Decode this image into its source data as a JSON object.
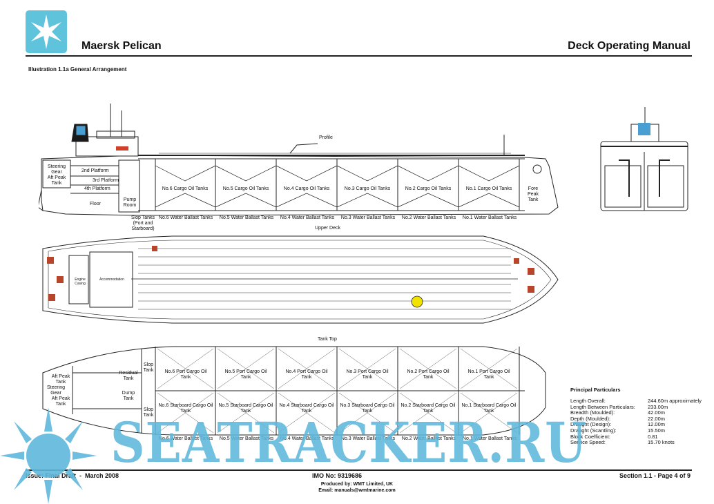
{
  "header": {
    "ship_name": "Maersk Pelican",
    "manual_title": "Deck Operating Manual",
    "illustration": "Illustration 1.1a General Arrangement",
    "logo_icon": "star-logo-icon",
    "logo_color": "#5fc3dc"
  },
  "profile": {
    "title": "Profile",
    "cargo_tanks": [
      "No.6 Cargo Oil Tanks",
      "No.5 Cargo Oil Tanks",
      "No.4 Cargo Oil Tanks",
      "No.3 Cargo Oil Tanks",
      "No.2 Cargo Oil Tanks",
      "No.1 Cargo Oil Tanks"
    ],
    "ballast_tanks": [
      "No.6 Water Ballast Tanks",
      "No.5 Water Ballast Tanks",
      "No.4 Water Ballast Tanks",
      "No.3 Water Ballast Tanks",
      "No.2 Water Ballast Tanks",
      "No.1 Water Ballast Tanks"
    ],
    "steering_gear": "Steering Gear",
    "aft_peak": "Aft Peak Tank",
    "platform2": "2nd Platform",
    "platform3": "3rd Platform",
    "platform4": "4th Platform",
    "floor": "Floor",
    "pump_room": "Pump Room",
    "slop_tanks": "Slop Tanks (Port and Starboard)",
    "fore_peak": "Fore Peak Tank"
  },
  "upper_deck": {
    "title": "Upper Deck",
    "engine_casing": "Engine Casing",
    "accommodation": "Accommodation"
  },
  "tank_top": {
    "title": "Tank Top",
    "port_tanks": [
      "No.6 Port Cargo Oil Tank",
      "No.5 Port Cargo Oil Tank",
      "No.4 Port Cargo Oil Tank",
      "No.3 Port Cargo Oil Tank",
      "No.2 Port Cargo Oil Tank",
      "No.1 Port Cargo Oil Tank"
    ],
    "stbd_tanks": [
      "No.6 Starboard Cargo Oil Tank",
      "No.5 Starboard Cargo Oil Tank",
      "No.4 Starboard Cargo Oil Tank",
      "No.3 Starboard Cargo Oil Tank",
      "No.2 Starboard Cargo Oil Tank",
      "No.1 Starboard Cargo Oil Tank"
    ],
    "ballast_tanks": [
      "No.6 Water Ballast Tanks",
      "No.5 Water Ballast Tanks",
      "No.4 Water Ballast Tanks",
      "No.3 Water Ballast Tanks",
      "No.2 Water Ballast Tanks",
      "No.1 Water Ballast Tanks"
    ],
    "aft_peak_1": "Aft Peak Tank",
    "steering_gear": "Steering Gear",
    "aft_peak_2": "Aft Peak Tank",
    "residual": "Residual Tank",
    "dump": "Dump Tank",
    "slop": "Slop Tank"
  },
  "particulars": {
    "title": "Principal Particulars",
    "rows": [
      {
        "k": "Length Overall:",
        "v": "244.60m approximately"
      },
      {
        "k": "Length Between Particulars:",
        "v": "233.00m"
      },
      {
        "k": "Breadth (Moulded):",
        "v": "42.00m"
      },
      {
        "k": "Depth (Moulded):",
        "v": "22.00m"
      },
      {
        "k": "Draught (Design):",
        "v": "12.00m"
      },
      {
        "k": "Draught (Scantling):",
        "v": "15.50m"
      },
      {
        "k": "Block Coefficient:",
        "v": "0.81"
      },
      {
        "k": "Service Speed:",
        "v": "15.70 knots"
      }
    ]
  },
  "footer": {
    "issue": "Issue: Final Draft  -  March 2008",
    "imo": "IMO No: 9319686",
    "section": "Section 1.1 - Page 4 of 9",
    "produced": "Produced by: WMT Limited, UK",
    "email": "Email: manuals@wmtmarine.com"
  },
  "watermark": {
    "text": "SEATRACKER.RU",
    "color": "#5fb8dc"
  }
}
